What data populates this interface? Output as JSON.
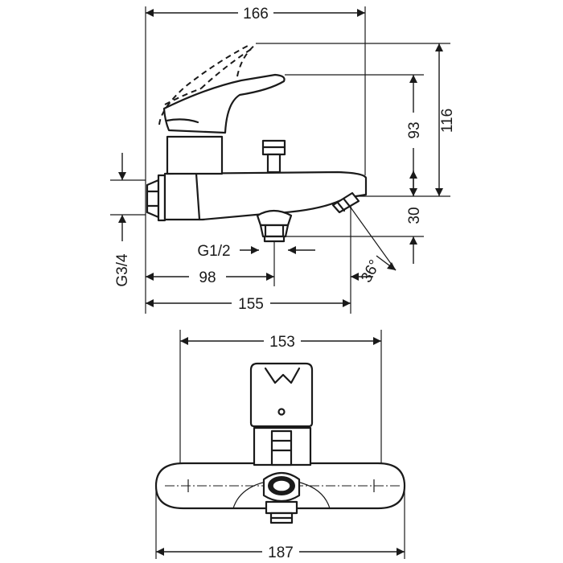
{
  "side_view": {
    "width_166": "166",
    "height_116": "116",
    "height_93": "93",
    "height_30": "30",
    "thread_g12": "G1/2",
    "thread_g34": "G3/4",
    "offset_98": "98",
    "depth_155": "155",
    "angle_36": "36°"
  },
  "top_view": {
    "width_153": "153",
    "width_187": "187"
  }
}
